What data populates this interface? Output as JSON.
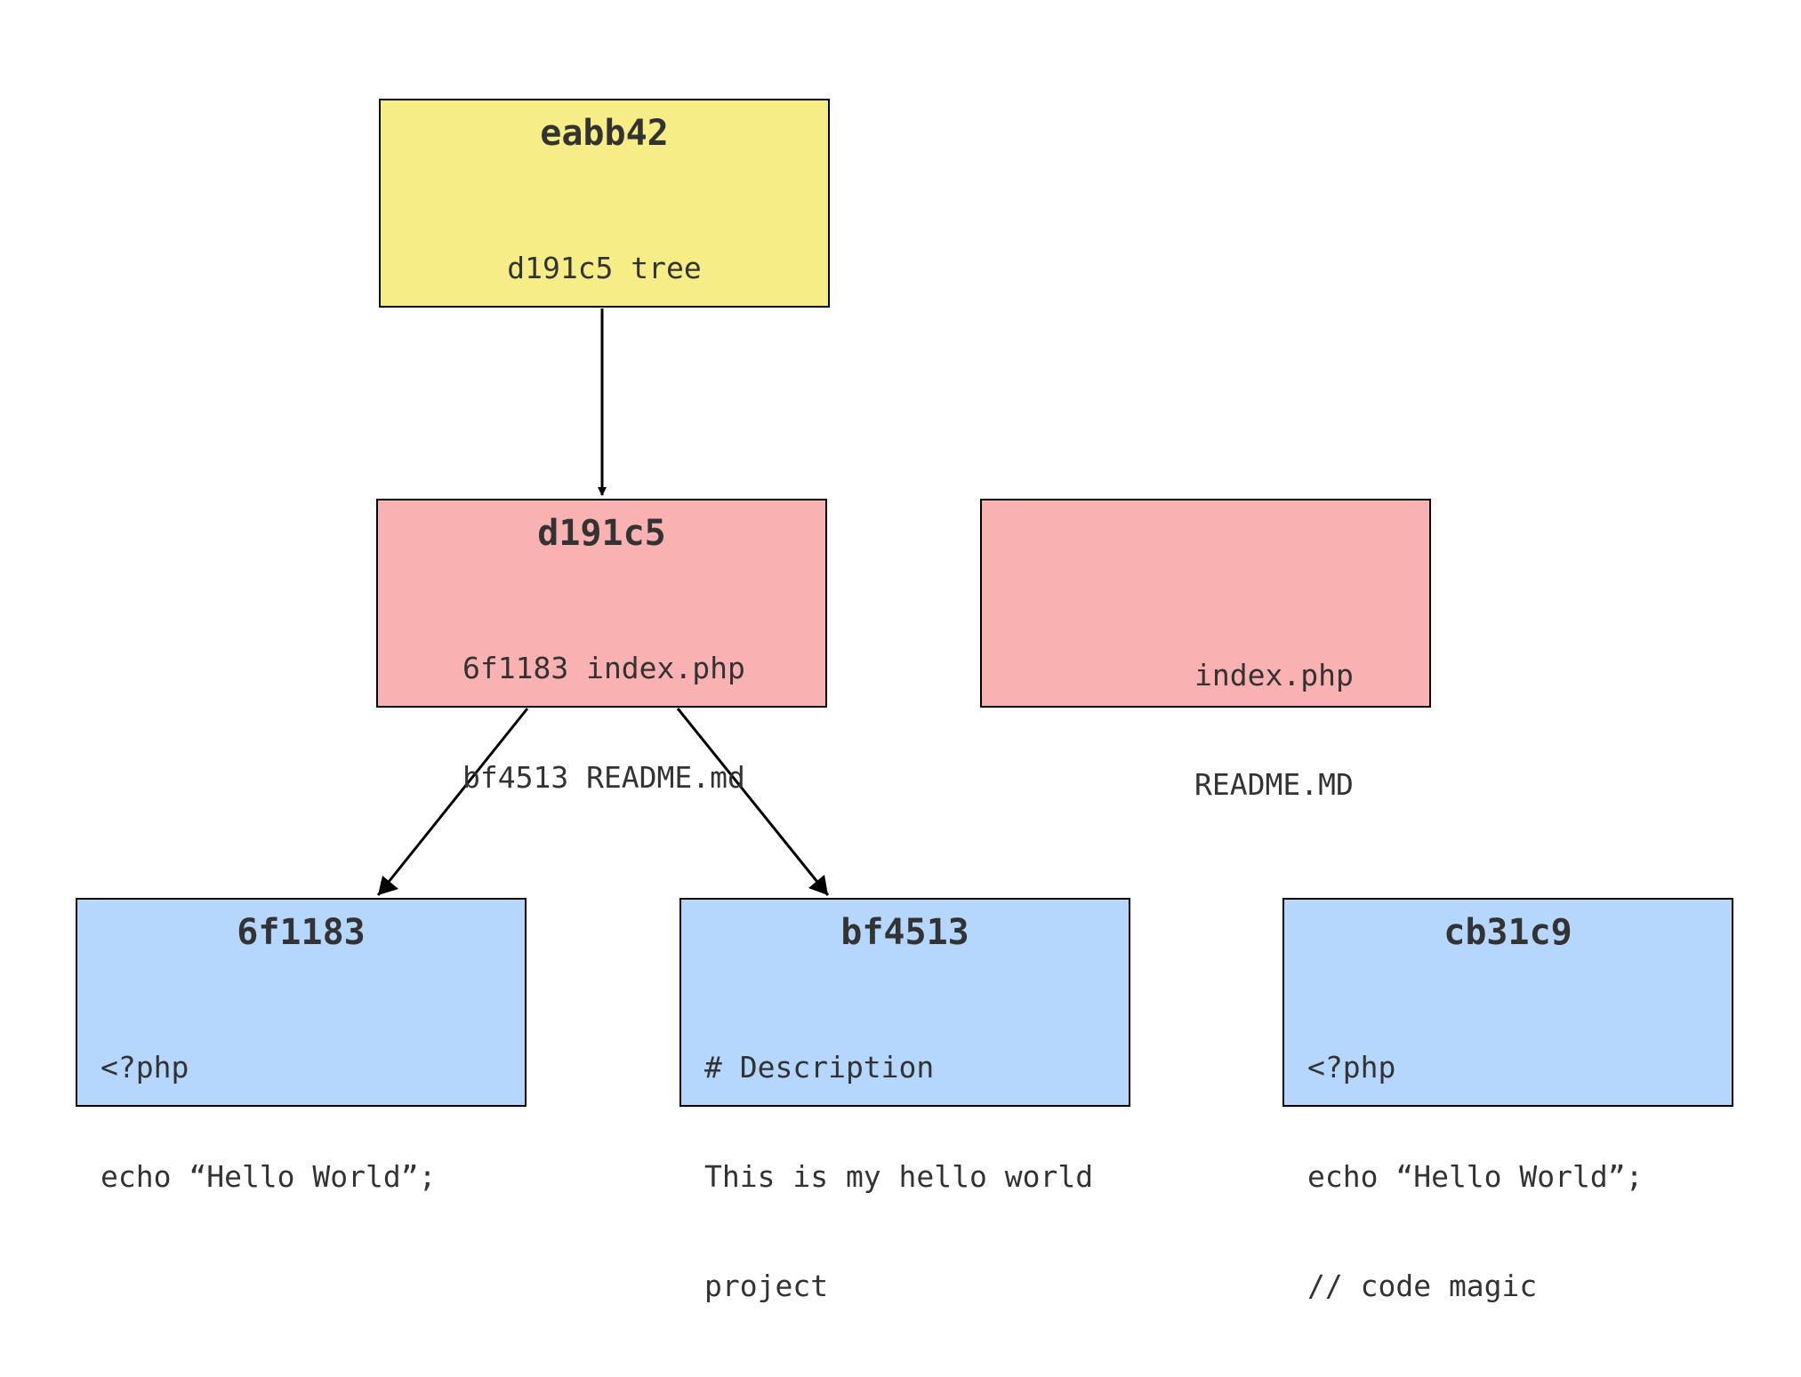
{
  "colors": {
    "commit": "#f6ed87",
    "tree": "#f9b1b1",
    "blob": "#b5d6fd",
    "border": "#000000",
    "text": "#333333"
  },
  "nodes": {
    "commit": {
      "title": "eabb42",
      "lines": [
        "d191c5 tree"
      ]
    },
    "tree_main": {
      "title": "d191c5",
      "lines": [
        "6f1183 index.php",
        "bf4513 README.md"
      ]
    },
    "tree_new": {
      "title": "",
      "lines": [
        "index.php",
        "README.MD"
      ]
    },
    "blob_index": {
      "title": "6f1183",
      "lines": [
        "<?php",
        "echo “Hello World”;"
      ]
    },
    "blob_readme": {
      "title": "bf4513",
      "lines": [
        "# Description",
        "This is my hello world",
        "project"
      ]
    },
    "blob_new": {
      "title": "cb31c9",
      "lines": [
        "<?php",
        "echo “Hello World”;",
        "// code magic"
      ]
    }
  }
}
